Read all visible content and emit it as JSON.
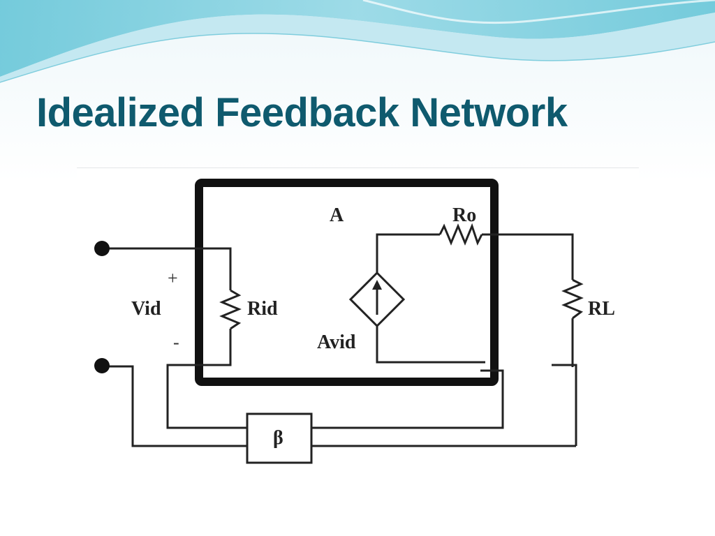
{
  "slide": {
    "title": "Idealized Feedback Network"
  },
  "diagram": {
    "labels": {
      "amplifier": "A",
      "output_resistor": "Ro",
      "plus_sign": "+",
      "input_voltage": "Vid",
      "input_resistor": "Rid",
      "minus_sign": "-",
      "controlled_source": "Avid",
      "load_resistor": "RL",
      "feedback_block": "β"
    }
  },
  "colors": {
    "title": "#0f5a6e",
    "wave_teal": "#5fc3d6",
    "wave_light": "#bfe6ef",
    "lines": "#222222"
  }
}
